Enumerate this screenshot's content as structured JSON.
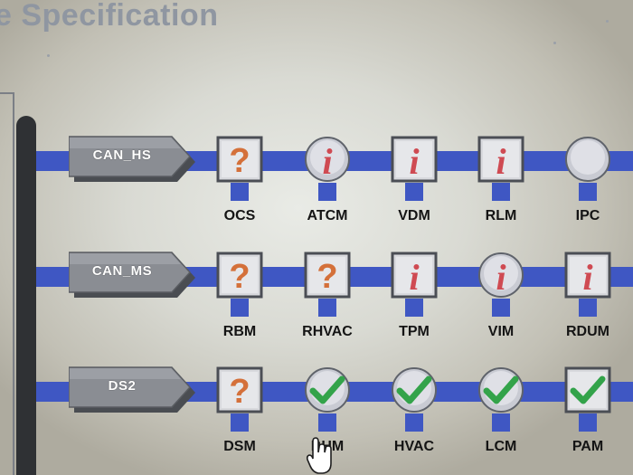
{
  "header": {
    "title": "e Specification"
  },
  "buses": [
    {
      "label": "CAN_HS",
      "modules": [
        {
          "name": "OCS",
          "status": "unknown"
        },
        {
          "name": "ATCM",
          "status": "info"
        },
        {
          "name": "VDM",
          "status": "info"
        },
        {
          "name": "RLM",
          "status": "info"
        },
        {
          "name": "IPC",
          "status": "none"
        }
      ]
    },
    {
      "label": "CAN_MS",
      "modules": [
        {
          "name": "RBM",
          "status": "unknown"
        },
        {
          "name": "RHVAC",
          "status": "unknown"
        },
        {
          "name": "TPM",
          "status": "info"
        },
        {
          "name": "VIM",
          "status": "info"
        },
        {
          "name": "RDUM",
          "status": "info"
        }
      ]
    },
    {
      "label": "DS2",
      "modules": [
        {
          "name": "DSM",
          "status": "unknown"
        },
        {
          "name": "BHM",
          "status": "ok"
        },
        {
          "name": "HVAC",
          "status": "ok"
        },
        {
          "name": "LCM",
          "status": "ok"
        },
        {
          "name": "PAM",
          "status": "ok"
        }
      ]
    }
  ],
  "colors": {
    "bus": "#3f57c3",
    "trunk": "#2f3134",
    "question": "#d4703a",
    "info": "#cf4a52",
    "check": "#33a34a"
  },
  "icons": {
    "unknown": "question-mark-icon",
    "info": "info-icon",
    "ok": "checkmark-icon",
    "none": "blank-module-icon"
  }
}
